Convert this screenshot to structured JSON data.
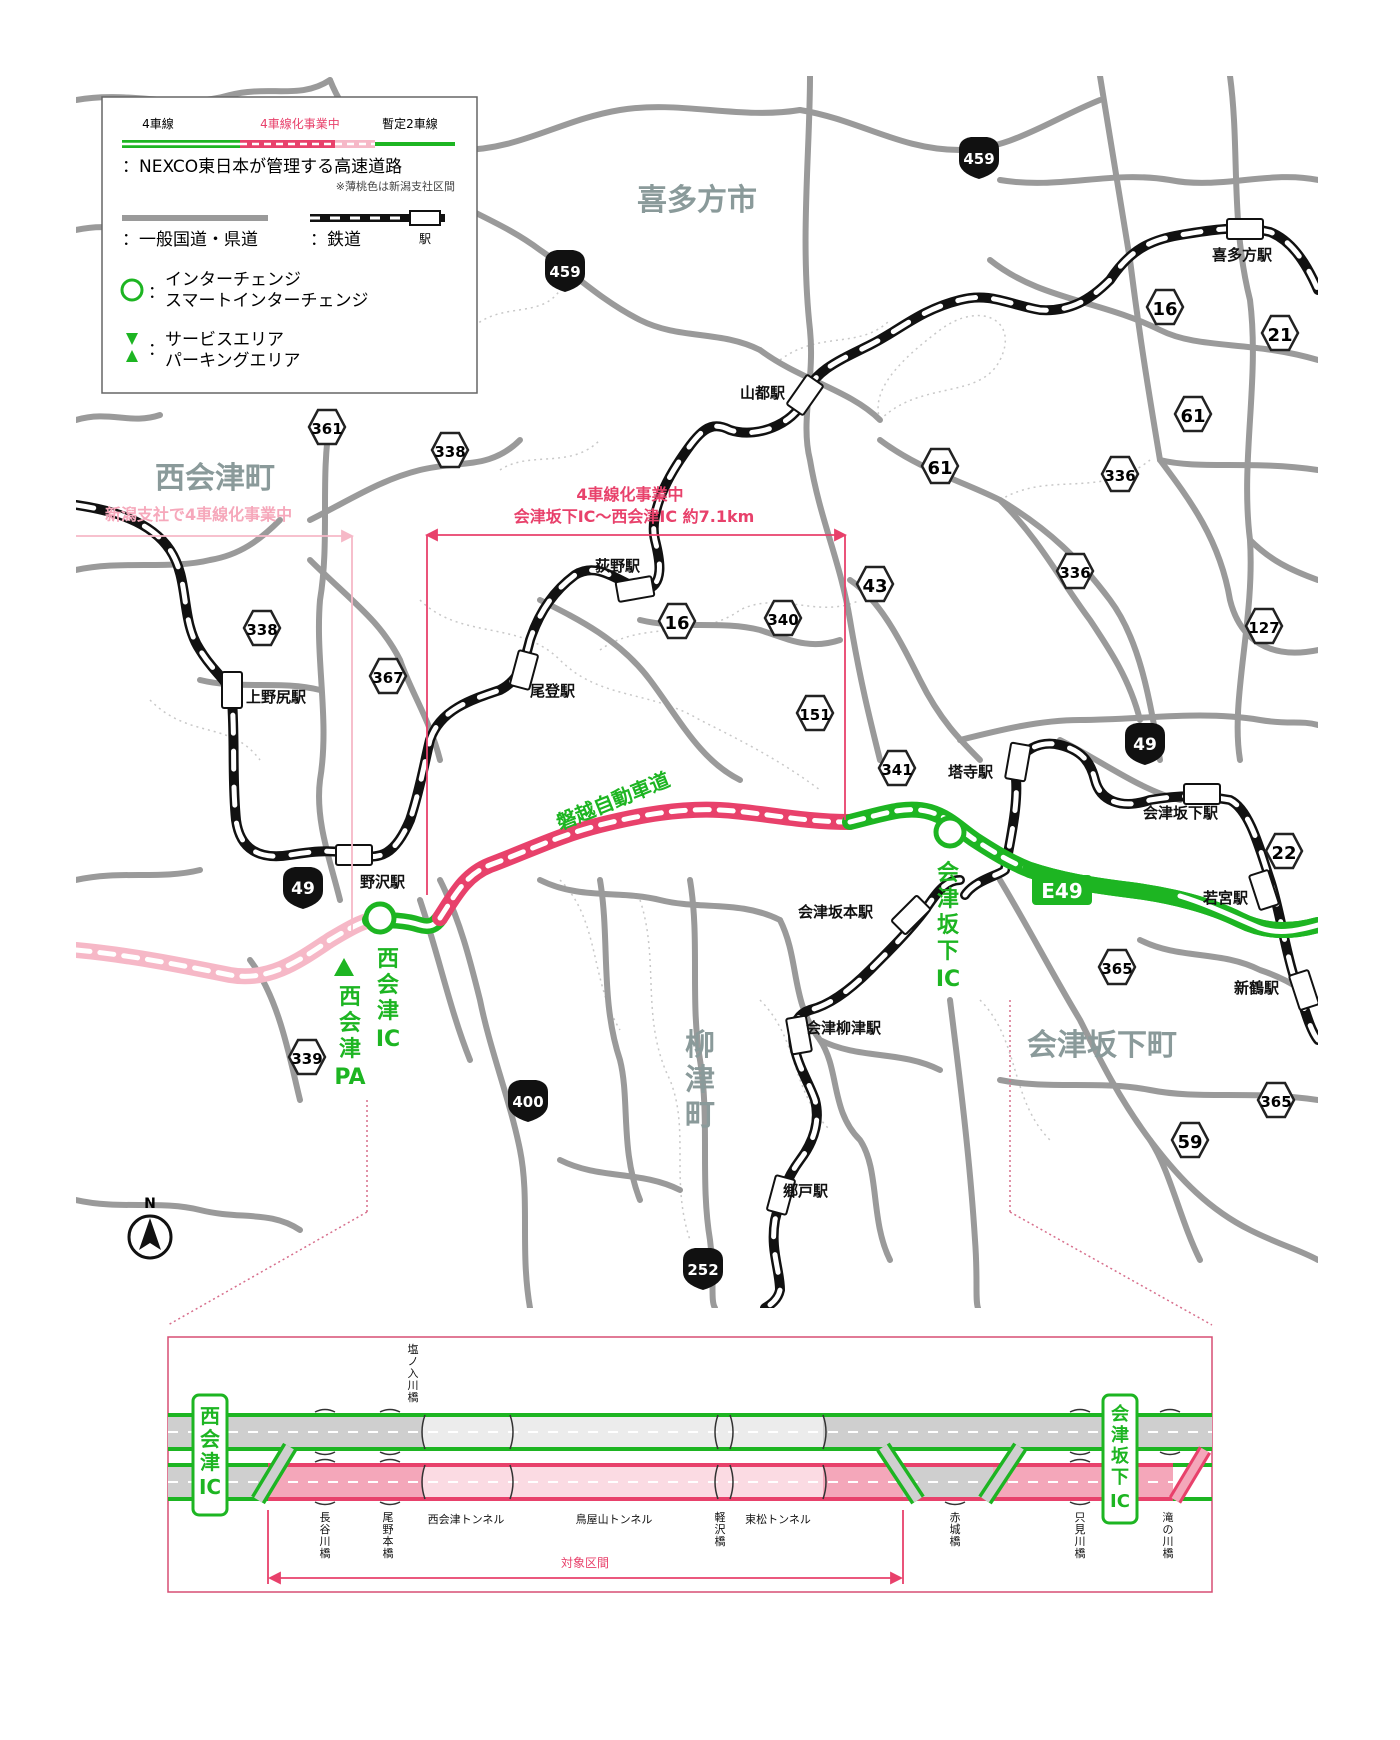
{
  "legend": {
    "four_lane": "4車線",
    "widening": "4車線化事業中",
    "provisional": "暫定2車線",
    "nexco_desc": "：NEXCO東日本が管理する高速道路",
    "note": "※薄桃色は新潟支社区間",
    "general_road": "：一般国道・県道",
    "railway": "：鉄道",
    "station": "駅",
    "ic_1": "インターチェンジ",
    "ic_2": "スマートインターチェンジ",
    "sa": "サービスエリア",
    "pa": "パーキングエリア",
    "colon": "："
  },
  "towns": {
    "kitakata": "喜多方市",
    "nishiaizu": "西会津町",
    "aizubange": "会津坂下町",
    "yanaizu_1": "柳",
    "yanaizu_2": "津",
    "yanaizu_3": "町"
  },
  "notes": {
    "niigata": "新潟支社で4車線化事業中",
    "project_1": "4車線化事業中",
    "project_2": "会津坂下IC～西会津IC 約7.1km"
  },
  "expressway": {
    "name": "磐越自動車道",
    "route": "E49"
  },
  "interchanges": {
    "nishiaizu_ic": [
      "西",
      "会",
      "津",
      "IC"
    ],
    "aizubange_ic": [
      "会",
      "津",
      "坂",
      "下",
      "IC"
    ],
    "nishiaizu_pa": [
      "西",
      "会",
      "津",
      "PA"
    ]
  },
  "stations": {
    "kitakata": "喜多方駅",
    "yamato": "山都駅",
    "ogino": "荻野駅",
    "oto": "尾登駅",
    "kaminojiri": "上野尻駅",
    "nozawa": "野沢駅",
    "toji": "塔寺駅",
    "aizubange": "会津坂下駅",
    "wakamiya": "若宮駅",
    "niitsuru": "新鶴駅",
    "aizubangehon": "会津坂本駅",
    "aizuyanaizu": "会津柳津駅",
    "goto": "郷戸駅"
  },
  "route_numbers": {
    "r459a": "459",
    "r459b": "459",
    "r16a": "16",
    "r21": "21",
    "r61a": "61",
    "r361": "361",
    "r338a": "338",
    "r61b": "61",
    "r336a": "336",
    "r336b": "336",
    "r43": "43",
    "r16b": "16",
    "r340": "340",
    "r127": "127",
    "r338b": "338",
    "r367": "367",
    "r151": "151",
    "r341": "341",
    "r49a": "49",
    "r22": "22",
    "r49b": "49",
    "r365a": "365",
    "r339": "339",
    "r400": "400",
    "r365b": "365",
    "r59": "59",
    "r252": "252"
  },
  "compass": "N",
  "detail": {
    "nishiaizu_ic": [
      "西",
      "会",
      "津",
      "IC"
    ],
    "aizubange_ic": [
      "会",
      "津",
      "坂",
      "下",
      "IC"
    ],
    "bridges": {
      "shionoirikawa": [
        "塩",
        "ノ",
        "入",
        "川",
        "橋"
      ],
      "hasekawa": [
        "長",
        "谷",
        "川",
        "橋"
      ],
      "obimoto": [
        "尾",
        "野",
        "本",
        "橋"
      ],
      "karusawa": [
        "軽",
        "沢",
        "橋"
      ],
      "akagi": [
        "赤",
        "城",
        "橋"
      ],
      "tadami": [
        "只",
        "見",
        "川",
        "橋"
      ],
      "takinokawa": [
        "滝",
        "の",
        "川",
        "橋"
      ]
    },
    "tunnels": {
      "nishiaizu": "西会津トンネル",
      "toriyayama": "鳥屋山トンネル",
      "higashimatsu": "束松トンネル"
    },
    "section": "対象区間"
  },
  "colors": {
    "green": "#1db522",
    "pink": "#e8416b",
    "light_pink": "#f6b8c7",
    "road": "#9a9a9a",
    "town": "#8a9a9a"
  }
}
